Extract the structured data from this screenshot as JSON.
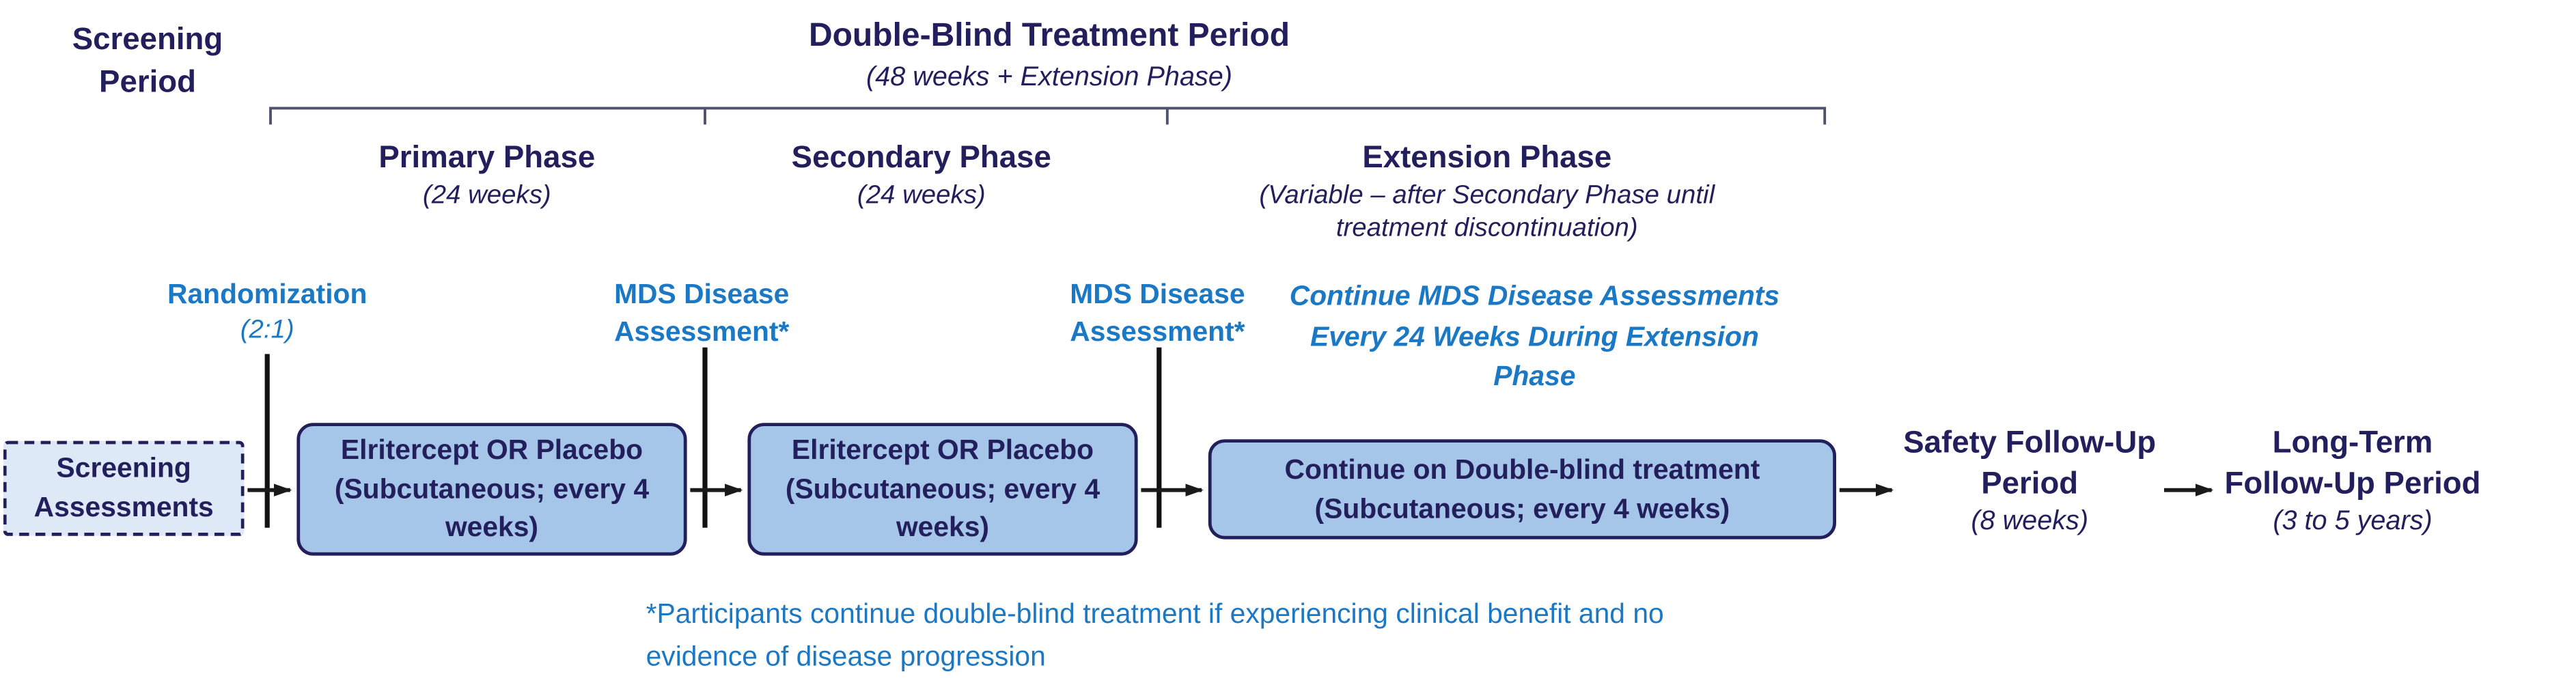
{
  "colors": {
    "navy": "#231f5c",
    "blue": "#1b78c5",
    "box_fill": "#a5c5e9",
    "screening_box_fill": "#dde9f7",
    "arrow": "#1a1a1a"
  },
  "screening_period": {
    "label": "Screening Period"
  },
  "treatment_period": {
    "title": "Double-Blind Treatment Period",
    "subtitle": "(48 weeks + Extension Phase)"
  },
  "phases": {
    "primary": {
      "title": "Primary Phase",
      "subtitle": "(24 weeks)"
    },
    "secondary": {
      "title": "Secondary Phase",
      "subtitle": "(24 weeks)"
    },
    "extension": {
      "title": "Extension Phase",
      "subtitle": "(Variable – after Secondary Phase until treatment discontinuation)"
    }
  },
  "milestones": {
    "randomization": {
      "title": "Randomization",
      "subtitle": "(2:1)"
    },
    "mds_assessment_1": "MDS Disease Assessment*",
    "mds_assessment_2": "MDS Disease Assessment*",
    "extension_note": "Continue MDS Disease Assessments Every 24 Weeks During Extension Phase"
  },
  "flow": {
    "screening_box": "Screening Assessments",
    "box1": "Elritercept OR Placebo (Subcutaneous; every 4 weeks)",
    "box2": "Elritercept OR Placebo (Subcutaneous; every 4 weeks)",
    "box3": "Continue on Double-blind treatment (Subcutaneous; every 4 weeks)",
    "safety": {
      "title": "Safety Follow-Up Period",
      "subtitle": "(8 weeks)"
    },
    "longterm": {
      "title": "Long-Term Follow-Up Period",
      "subtitle": "(3 to 5 years)"
    }
  },
  "footnote": "*Participants continue double-blind treatment if experiencing clinical benefit and no evidence of disease progression"
}
